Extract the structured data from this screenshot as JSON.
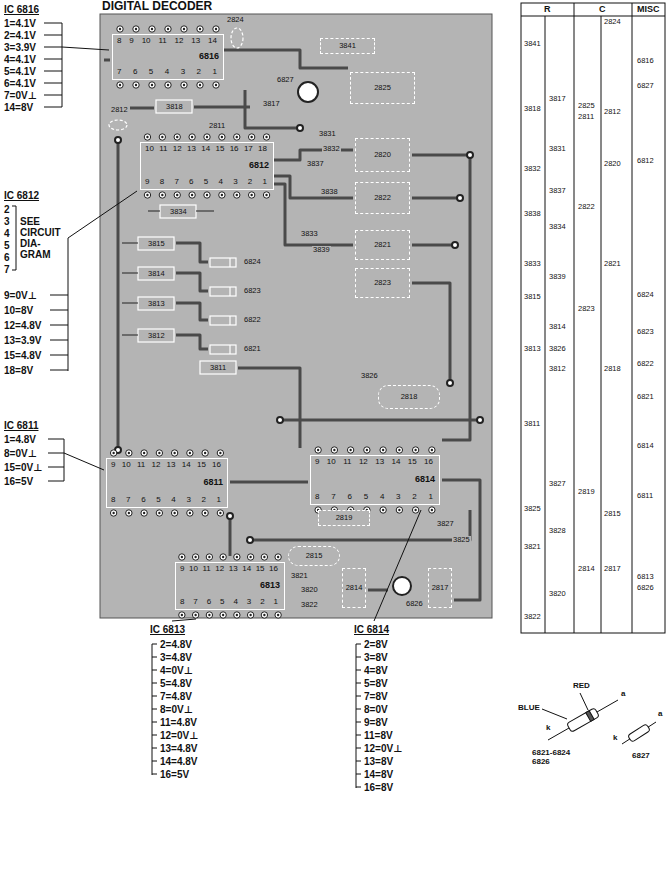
{
  "diagram": {
    "title": "DIGITAL DECODER",
    "nodes": [
      {
        "text": [
          "8 9 10 11 12 13 14",
          "6816",
          "7 6 5 4 3 2 1"
        ]
      },
      {
        "text": [
          "3841"
        ]
      },
      {
        "text": [
          "2825"
        ]
      },
      {
        "text": [
          "10 11 12 13 14 15 16 17 18",
          "6812",
          "9 8 7 6 5 4 3 2 1"
        ]
      },
      {
        "text": [
          "2820"
        ]
      },
      {
        "text": [
          "2822"
        ]
      },
      {
        "text": [
          "2821"
        ]
      },
      {
        "text": [
          "2823"
        ]
      },
      {
        "text": [
          "2818"
        ]
      },
      {
        "text": [
          "9 10 11 12 13 14 15 16",
          "6814",
          "8 7 6 5 4 3 2 1"
        ]
      },
      {
        "text": [
          "9 10 11 12 13 14 15 16",
          "6811",
          "8 7 6 5 4 3 2 1"
        ]
      },
      {
        "text": [
          "2819"
        ]
      },
      {
        "text": [
          "2815"
        ]
      },
      {
        "text": [
          "9 10 11 12 13 14 15 16",
          "6813",
          "8 7 6 5 4 3 2 1"
        ]
      },
      {
        "text": [
          "2814"
        ]
      },
      {
        "text": [
          "2817"
        ]
      }
    ],
    "labels": [
      "IC 6816",
      "1=4.1V",
      "2=4.1V",
      "3=3.9V",
      "4=4.1V",
      "5=4.1V",
      "6=4.1V",
      "7=0V⊥",
      "14=8V",
      "IC 6812",
      "2",
      "3",
      "4",
      "5",
      "6",
      "7",
      "SEE CIRCUIT DIA- GRAM",
      "9=0V⊥",
      "10=8V",
      "12=4.8V",
      "13=3.9V",
      "15=4.8V",
      "18=8V",
      "IC 6811",
      "1=4.8V",
      "8=0V⊥",
      "15=0V⊥",
      "16=5V",
      "IC 6813",
      "2=4.8V",
      "3=4.8V",
      "4=0V⊥",
      "5=4.8V",
      "7=4.8V",
      "8=0V⊥",
      "11=4.8V",
      "12=0V⊥",
      "13=4.8V",
      "14=4.8V",
      "16=5V",
      "IC 6814",
      "2=8V",
      "3=8V",
      "4=8V",
      "5=8V",
      "7=8V",
      "8=0V",
      "9=8V",
      "11=8V",
      "12=0V⊥",
      "13=8V",
      "14=8V",
      "16=8V",
      "R",
      "C",
      "MISC",
      "3841",
      "3818",
      "3832",
      "3838",
      "3833",
      "3815",
      "3813",
      "3811",
      "3825",
      "3821",
      "3822",
      "3817",
      "3831",
      "3837",
      "3834",
      "3839",
      "3814",
      "3826",
      "3812",
      "3827",
      "3828",
      "3820",
      "2825",
      "2811",
      "2822",
      "2823",
      "2819",
      "2814",
      "2824",
      "2812",
      "2820",
      "2821",
      "2818",
      "2815",
      "2817",
      "6816",
      "6827",
      "6812",
      "6824",
      "6823",
      "6822",
      "6821",
      "6814",
      "6811",
      "6813",
      "6826",
      "2824",
      "2812",
      "3818",
      "2811",
      "3817",
      "6827",
      "3831",
      "3832",
      "3837",
      "3838",
      "3834",
      "3833",
      "3839",
      "3815",
      "6824",
      "3814",
      "6823",
      "3813",
      "6822",
      "3812",
      "6821",
      "3811",
      "3826",
      "3827",
      "3825",
      "3821",
      "3820",
      "3822",
      "6826",
      "RED",
      "BLUE",
      "k",
      "a",
      "6821-6824 6826",
      "k",
      "a",
      "6827"
    ]
  }
}
